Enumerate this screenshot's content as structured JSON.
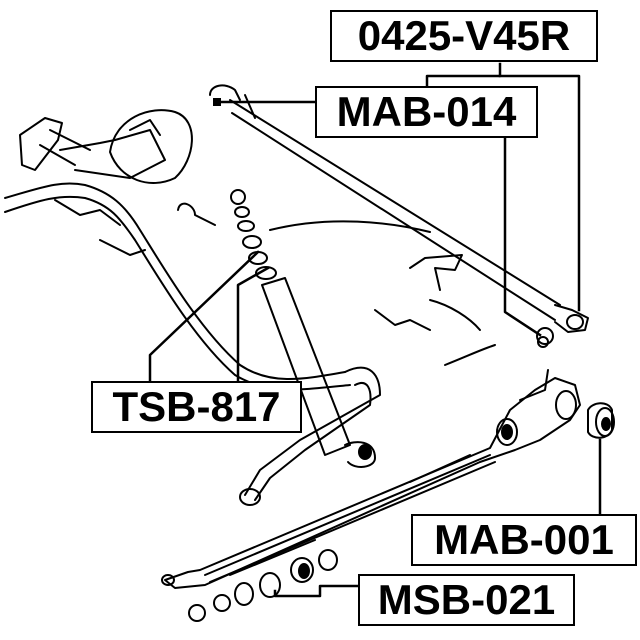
{
  "diagram": {
    "type": "parts-exploded-view",
    "subject": "Rear suspension assembly with bushing part callouts",
    "colors": {
      "line": "#000000",
      "background": "#ffffff"
    }
  },
  "labels": {
    "top": "0425-V45R",
    "lateral_rod": "MAB-014",
    "shock_absorber": "TSB-817",
    "arm_bushing": "MAB-001",
    "stabilizer_bushing": "MSB-021"
  }
}
